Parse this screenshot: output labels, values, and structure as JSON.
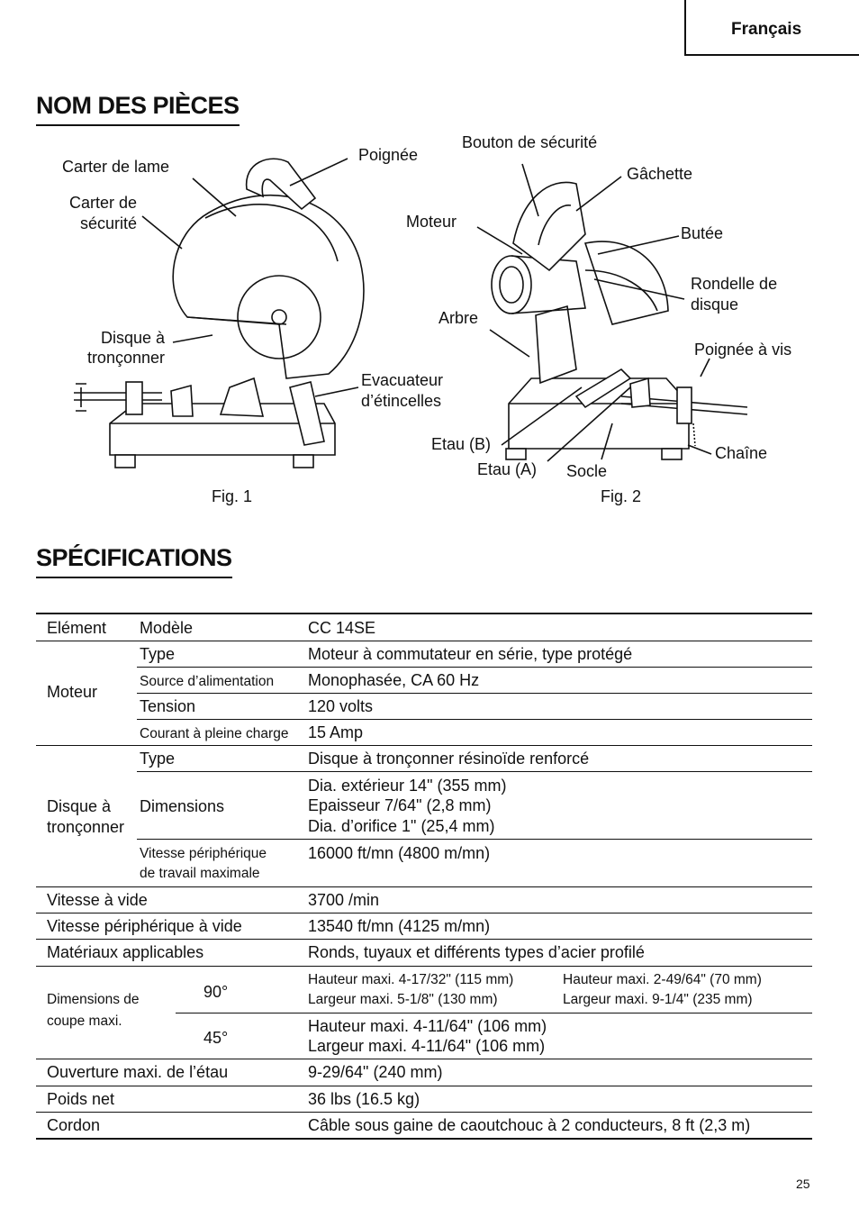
{
  "header": {
    "language": "Français"
  },
  "parts": {
    "title": "NOM DES PIÈCES",
    "fig1": {
      "caption": "Fig. 1",
      "labels": {
        "carter_lame": "Carter de lame",
        "carter_securite_1": "Carter de",
        "carter_securite_2": "sécurité",
        "poignee": "Poignée",
        "disque_1": "Disque à",
        "disque_2": "tronçonner",
        "evacuateur_1": "Evacuateur",
        "evacuateur_2": "d’étincelles"
      }
    },
    "fig2": {
      "caption": "Fig. 2",
      "labels": {
        "bouton": "Bouton de sécurité",
        "gachette": "Gâchette",
        "moteur": "Moteur",
        "butee": "Butée",
        "rondelle_1": "Rondelle de",
        "rondelle_2": "disque",
        "arbre": "Arbre",
        "poignee_vis": "Poignée à vis",
        "etau_b": "Etau (B)",
        "chaine": "Chaîne",
        "etau_a": "Etau (A)",
        "socle": "Socle"
      }
    }
  },
  "specs": {
    "title": "SPÉCIFICATIONS",
    "element": "Elément",
    "modele_label": "Modèle",
    "modele_value": "CC 14SE",
    "moteur": "Moteur",
    "moteur_type_label": "Type",
    "moteur_type_value": "Moteur à commutateur en série, type protégé",
    "source_label": "Source d’alimentation",
    "source_value": "Monophasée, CA 60 Hz",
    "tension_label": "Tension",
    "tension_value": "120 volts",
    "courant_label": "Courant à pleine charge",
    "courant_value": "15 Amp",
    "disque_1": "Disque à",
    "disque_2": "tronçonner",
    "disque_type_label": "Type",
    "disque_type_value": "Disque à tronçonner résinoïde renforcé",
    "dimensions_label": "Dimensions",
    "dim_1": "Dia. extérieur 14\" (355 mm)",
    "dim_2": "Epaisseur 7/64\" (2,8 mm)",
    "dim_3": "Dia. d’orifice 1\" (25,4 mm)",
    "vitesse_trav_1": "Vitesse périphérique",
    "vitesse_trav_2": "de travail maximale",
    "vitesse_trav_value": "16000 ft/mn (4800 m/mn)",
    "vitesse_vide_label": "Vitesse à vide",
    "vitesse_vide_value": "3700 /min",
    "vitesse_per_vide_label": "Vitesse périphérique à vide",
    "vitesse_per_vide_value": "13540 ft/mn (4125 m/mn)",
    "materiaux_label": "Matériaux applicables",
    "materiaux_value": "Ronds, tuyaux et différents types d’acier profilé",
    "coupe_1": "Dimensions de",
    "coupe_2": "coupe maxi.",
    "angle_90": "90°",
    "c90_h1": "Hauteur maxi. 4-17/32\" (115 mm)",
    "c90_l1": "Largeur maxi. 5-1/8\" (130 mm)",
    "c90_h2": "Hauteur maxi. 2-49/64\" (70 mm)",
    "c90_l2": "Largeur maxi. 9-1/4\" (235 mm)",
    "angle_45": "45°",
    "c45_h": "Hauteur maxi. 4-11/64\" (106 mm)",
    "c45_l": "Largeur maxi. 4-11/64\" (106 mm)",
    "ouverture_label": "Ouverture maxi. de l’étau",
    "ouverture_value": "9-29/64\" (240 mm)",
    "poids_label": "Poids net",
    "poids_value": "36 lbs (16.5 kg)",
    "cordon_label": "Cordon",
    "cordon_value": "Câble sous gaine de caoutchouc à 2 conducteurs, 8 ft (2,3 m)"
  },
  "page_number": "25"
}
